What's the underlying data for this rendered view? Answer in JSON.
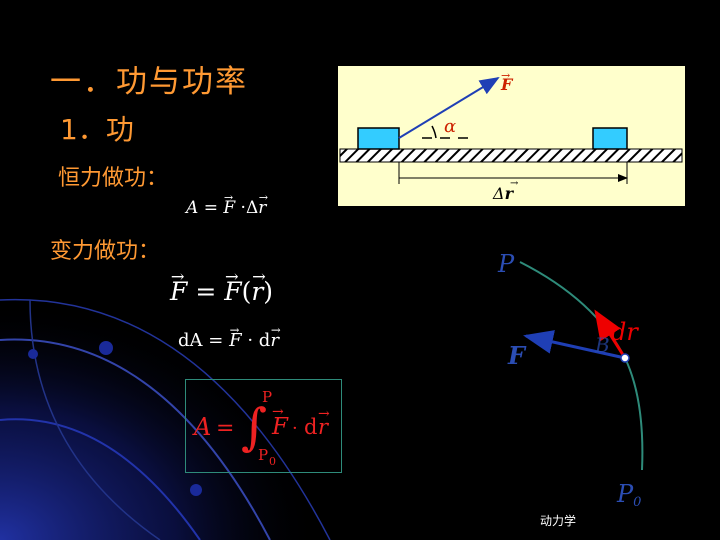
{
  "slide": {
    "title": "一．功与功率",
    "subtitle": "1．功",
    "constant_force_label": "恒力做功：",
    "variable_force_label": "变力做功：",
    "footer": "动力学"
  },
  "equations": {
    "constant_work": {
      "lhs": "A",
      "eq": "=",
      "F": "F",
      "dot": "·",
      "delta": "Δ",
      "r": "r"
    },
    "force_function": {
      "F": "F",
      "eq": "=",
      "F2": "F",
      "lparen": "(",
      "r": "r",
      "rparen": ")"
    },
    "differential_work": {
      "dA": "dA",
      "eq": "=",
      "F": "F",
      "dot": "·",
      "d": "d",
      "r": "r"
    },
    "integral_work": {
      "lhs": "A",
      "eq": "=",
      "integral": "∫",
      "upper": "P",
      "lower": "P",
      "lower_sub": "0",
      "F": "F",
      "dot": "·",
      "d": "d",
      "r": "r"
    }
  },
  "diagram_displacement": {
    "force_label": "F",
    "angle_label": "α",
    "displacement_delta": "Δ",
    "displacement_r": "r"
  },
  "diagram_curve": {
    "start_label": "P",
    "end_label": "P",
    "end_sub": "0",
    "force_label": "F",
    "dr_label": "dr",
    "point_label": "B"
  },
  "colors": {
    "heading": "#ff9933",
    "diagram_bg": "#ffffcc",
    "block_fill": "#33ccff",
    "force_arrow": "#1f3fb5",
    "dr_arrow": "#ee0000",
    "curve": "#2e8b7a",
    "curve_label": "#2b4db3",
    "integral_text": "#ee2222",
    "box_border": "#2e8b7a"
  }
}
